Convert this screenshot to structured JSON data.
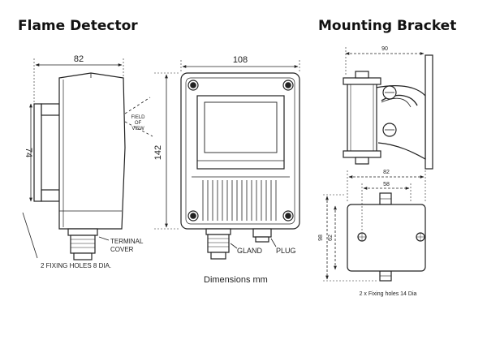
{
  "titles": {
    "flame_detector": "Flame Detector",
    "mounting_bracket": "Mounting Bracket"
  },
  "side_view": {
    "width_dim": "82",
    "height_dim": "74",
    "field_of_view": [
      "FIELD",
      "OF",
      "VIEW"
    ],
    "terminal_cover": [
      "TERMINAL",
      "COVER"
    ],
    "fixing_holes": "2 FIXING HOLES 8 DIA."
  },
  "front_view": {
    "width_dim": "108",
    "height_dim": "142",
    "gland": "GLAND",
    "plug": "PLUG",
    "dimensions_note": "Dimensions mm"
  },
  "bracket": {
    "side_width_dim": "90",
    "plate_width_dim": "82",
    "hole_spacing_dim": "58",
    "plate_height_dim": "98",
    "hole_vertical_dim": "62",
    "fixing_holes": "2 x Fixing holes 14 Dia"
  }
}
